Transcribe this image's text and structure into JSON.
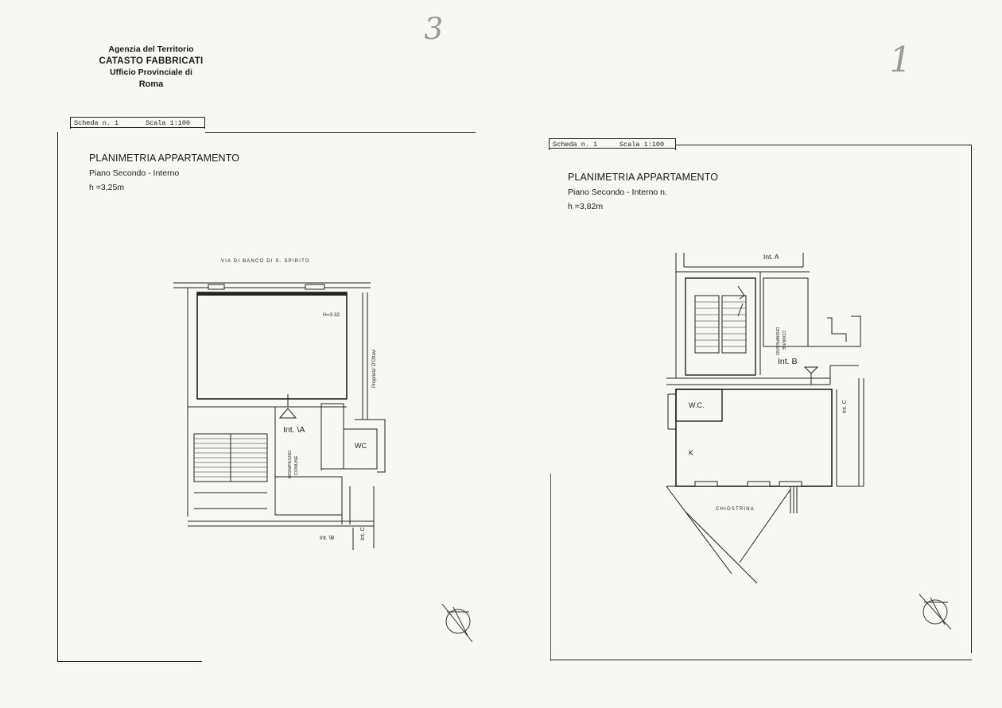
{
  "handwritten_marks": [
    "3",
    "1"
  ],
  "header": {
    "agency": "Agenzia del Territorio",
    "catasto": "CATASTO FABBRICATI",
    "ufficio": "Ufficio Provinciale di",
    "city": "Roma"
  },
  "sheets": [
    {
      "scheda": "Scheda n. 1",
      "scala": "Scala 1:100",
      "title": "PLANIMETRIA APPARTAMENTO",
      "floor": "Piano Secondo - Interno",
      "height": "h =3,25m",
      "labels": {
        "street": "VIA DI BANCO DI S. SPIRITO",
        "room_height": "H=3.32",
        "neighbor": "Proprieta' D'Ottavi",
        "unit": "Int. \\A",
        "wc": "WC",
        "corridor_1": "DISIMPEGNO",
        "corridor_2": "COMUNE",
        "int_b": "Int. \\B",
        "int_c": "Int. C"
      }
    },
    {
      "scheda": "Scheda n. 1",
      "scala": "Scala 1:100",
      "title": "PLANIMETRIA APPARTAMENTO",
      "floor": "Piano Secondo - Interno n.",
      "height": "h =3,82m",
      "labels": {
        "int_a": "Int. A",
        "corridor_1": "DISIMPEGNO",
        "corridor_2": "COMUNE",
        "unit": "Int. B",
        "wc": "W.C.",
        "kitchen": "K",
        "int_c": "Int. C",
        "courtyard": "CHIOSTRINA"
      }
    }
  ]
}
